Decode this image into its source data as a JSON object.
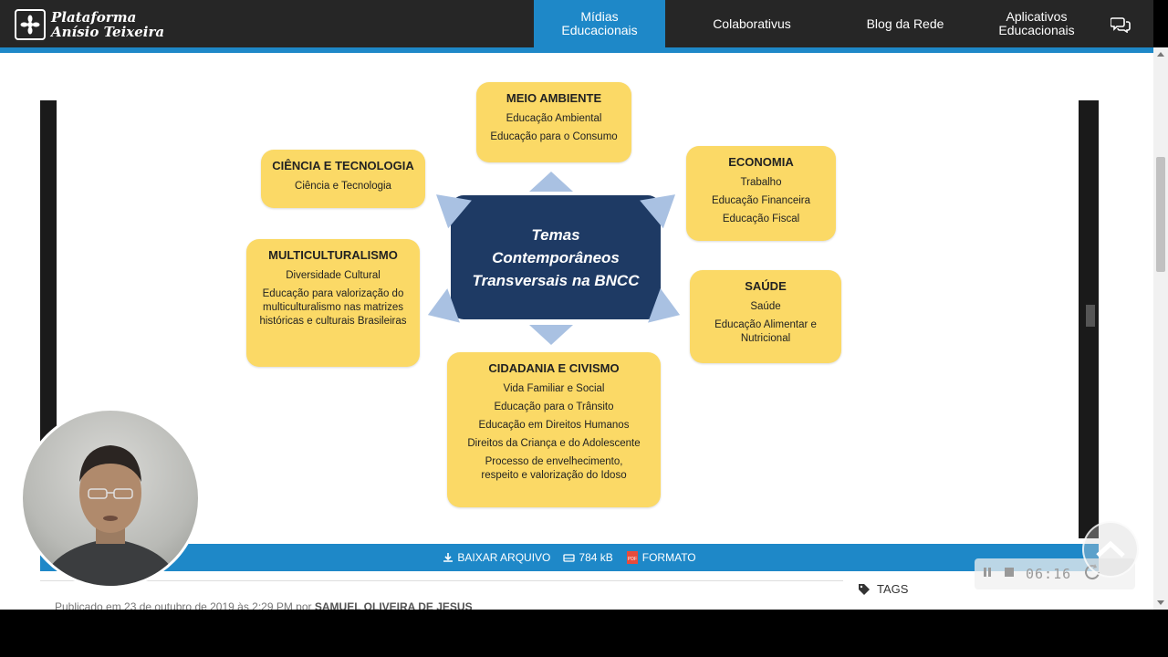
{
  "nav": {
    "logo_line1": "Plataforma",
    "logo_line2": "Anísio Teixeira",
    "items": [
      {
        "line1": "Mídias",
        "line2": "Educacionais"
      },
      {
        "line1": "Colaborativus",
        "line2": ""
      },
      {
        "line1": "Blog da Rede",
        "line2": ""
      },
      {
        "line1": "Aplicativos",
        "line2": "Educacionais"
      }
    ]
  },
  "diagram": {
    "center_line1": "Temas",
    "center_line2": "Contemporâneos",
    "center_line3": "Transversais na BNCC",
    "boxes": {
      "meio": {
        "title": "MEIO AMBIENTE",
        "items": [
          "Educação Ambiental",
          "Educação para o Consumo"
        ]
      },
      "ciencia": {
        "title": "CIÊNCIA E TECNOLOGIA",
        "items": [
          "Ciência e Tecnologia"
        ]
      },
      "economia": {
        "title": "ECONOMIA",
        "items": [
          "Trabalho",
          "Educação Financeira",
          "Educação Fiscal"
        ]
      },
      "multi": {
        "title": "MULTICULTURALISMO",
        "items": [
          "Diversidade Cultural",
          "Educação para valorização do multiculturalismo nas matrizes históricas e culturais Brasileiras"
        ]
      },
      "saude": {
        "title": "SAÚDE",
        "items": [
          "Saúde",
          "Educação Alimentar e Nutricional"
        ]
      },
      "cidadania": {
        "title": "CIDADANIA E CIVISMO",
        "items": [
          "Vida Familiar e Social",
          "Educação para o Trânsito",
          "Educação em Direitos Humanos",
          "Direitos da Criança e do Adolescente",
          "Processo de envelhecimento, respeito e valorização do Idoso"
        ]
      }
    }
  },
  "download_bar": {
    "download_label": "BAIXAR ARQUIVO",
    "size": "784 kB",
    "format_label": "FORMATO"
  },
  "footer": {
    "published_prefix": "Publicado em 23 de outubro de 2019 às 2:29 PM por",
    "author": "SAMUEL OLIVEIRA DE JESUS",
    "tags_label": "TAGS"
  },
  "recorder": {
    "time": "06:16"
  },
  "colors": {
    "nav_bg": "#262626",
    "accent_blue": "#1e88c8",
    "box_yellow": "#fbd966",
    "center_navy": "#1e3a64",
    "arrow_blue": "#a9c1e2"
  }
}
